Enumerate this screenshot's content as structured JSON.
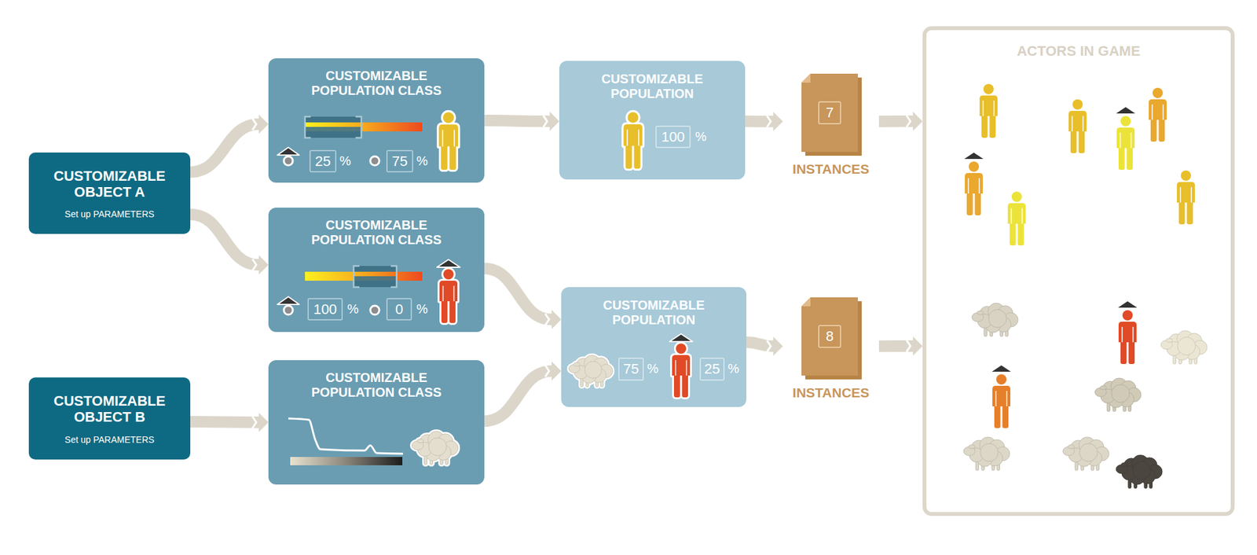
{
  "diagram": {
    "nodes": [
      {
        "text": [
          "CUSTOMIZABLE OBJECT A",
          "Set up PARAMETERS"
        ]
      },
      {
        "text": [
          "CUSTOMIZABLE OBJECT B",
          "Set up PARAMETERS"
        ]
      },
      {
        "text": [
          "CUSTOMIZABLE POPULATION CLASS",
          "25",
          "%",
          "75",
          "%"
        ]
      },
      {
        "text": [
          "CUSTOMIZABLE POPULATION CLASS",
          "100",
          "%",
          "0",
          "%"
        ]
      },
      {
        "text": [
          "CUSTOMIZABLE POPULATION CLASS"
        ]
      },
      {
        "text": [
          "CUSTOMIZABLE POPULATION",
          "100",
          "%"
        ]
      },
      {
        "text": [
          "CUSTOMIZABLE POPULATION",
          "75",
          "%",
          "25",
          "%"
        ]
      },
      {
        "text": [
          "7",
          "INSTANCES"
        ]
      },
      {
        "text": [
          "8",
          "INSTANCES"
        ]
      },
      {
        "text": [
          "ACTORS IN GAME"
        ]
      }
    ],
    "edges": [
      {
        "from": 0,
        "to": 2,
        "arrow": "to"
      },
      {
        "from": 0,
        "to": 3,
        "arrow": "to"
      },
      {
        "from": 1,
        "to": 4,
        "arrow": "to"
      },
      {
        "from": 2,
        "to": 5,
        "arrow": "to"
      },
      {
        "from": 3,
        "to": 6,
        "arrow": "to"
      },
      {
        "from": 4,
        "to": 6,
        "arrow": "to"
      },
      {
        "from": 5,
        "to": 7,
        "arrow": "to"
      },
      {
        "from": 6,
        "to": 8,
        "arrow": "to"
      },
      {
        "from": 7,
        "to": 9,
        "arrow": "to"
      },
      {
        "from": 8,
        "to": 9,
        "arrow": "to"
      }
    ]
  }
}
